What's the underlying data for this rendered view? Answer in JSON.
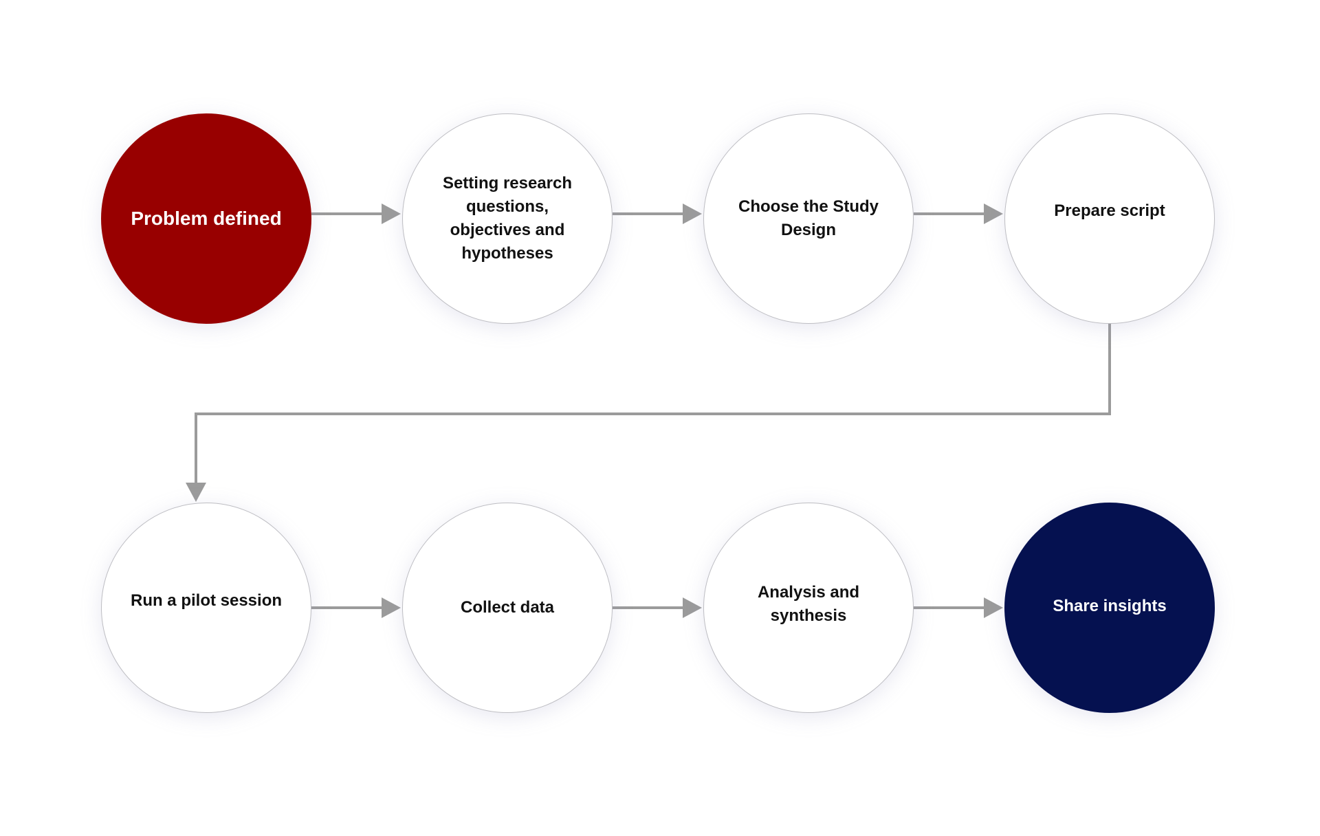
{
  "diagram": {
    "colors": {
      "start_fill": "#980000",
      "end_fill": "#051150",
      "node_fill": "#ffffff",
      "node_border": "#bdbdc2",
      "connector": "#9b9b9b"
    },
    "steps": [
      {
        "label": "Problem defined"
      },
      {
        "label": "Setting research questions, objectives and hypotheses"
      },
      {
        "label": "Choose the Study Design"
      },
      {
        "label": "Prepare script"
      },
      {
        "label": "Run a pilot session"
      },
      {
        "label": "Collect data"
      },
      {
        "label": "Analysis and synthesis"
      },
      {
        "label": "Share insights"
      }
    ]
  }
}
